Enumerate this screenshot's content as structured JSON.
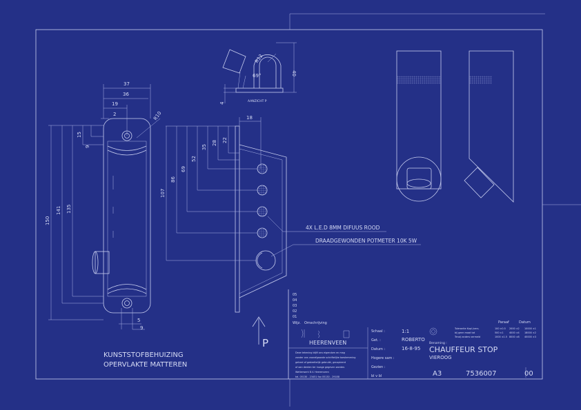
{
  "drawing": {
    "note_material": "KUNSTSTOFBEHUIZING",
    "note_finish": "OPERVLAKTE MATTEREN",
    "view_label": "AANZICHT P",
    "view_arrow_letter": "P",
    "callout_led": "4X L.E.D 8MM DIFUUS ROOD",
    "callout_pot": "DRAADGEWONDEN POTMETER 10K 5W",
    "front_dims": {
      "w37": "37",
      "w36": "36",
      "w19": "19",
      "w2": "2",
      "r10": "R10",
      "h15": "15",
      "h9": "9",
      "h150": "150",
      "h141": "141",
      "h135": "135",
      "b5": "5",
      "b9": "9"
    },
    "side_dims": {
      "w18": "18",
      "d22": "22",
      "d28": "28",
      "d35": "35",
      "d52": "52",
      "d69": "69",
      "d86": "86",
      "d107": "107"
    },
    "detail_dims": {
      "r12": "R12",
      "angle": "69°",
      "h40": "40",
      "t4": "4"
    }
  },
  "title_block": {
    "revisions": [
      "05",
      "04",
      "03",
      "02",
      "01"
    ],
    "rev_col": "Wijz.",
    "desc_col": "Omschrijving",
    "company_city": "HEERENVEEN",
    "disclaimer": [
      "Deze tekening blijft ons eigendom en mag",
      "zonder ons voorafgaande schriftelijke toestemming",
      "geheel of gedeeltelijk gebruikt, gecopieerd",
      "of aan derden ter inzage gegeven worden.",
      "Wetterwerk B.V. Heerenveen",
      "tel. 05130 - 23451  fax 05130 - 29188"
    ],
    "fields": [
      {
        "label": "Schaal :",
        "value": "1:1"
      },
      {
        "label": "Get. :",
        "value": "ROBERTO"
      },
      {
        "label": "Datum :",
        "value": "16-8-95"
      },
      {
        "label": "Hogere sam :",
        "value": ""
      },
      {
        "label": "Gezien :",
        "value": ""
      },
      {
        "label": "bl   v   bl",
        "value": ""
      }
    ],
    "tolerance_header": [
      "Paraaf",
      "Datum"
    ],
    "tolerance_rows": [
      [
        "Tolerantie Kopl./vers.",
        "100 ±0.5",
        "2000 ±2",
        "10000 ±1"
      ],
      [
        "bij geen maat tot",
        "500 ±1",
        "4000 ±4",
        "18000 ±2"
      ],
      [
        "Tenzij anders vermeld",
        "1000 ±1.5",
        "8000 ±8",
        "40000 ±3"
      ]
    ],
    "name_label": "Benaming :",
    "title": "CHAUFFEUR STOP",
    "subtitle": "VIEROOG",
    "format": "A3",
    "drawing_number": "7536007",
    "revision": "00"
  },
  "colors": {
    "background": "#243087",
    "line": "#c9cff0"
  }
}
